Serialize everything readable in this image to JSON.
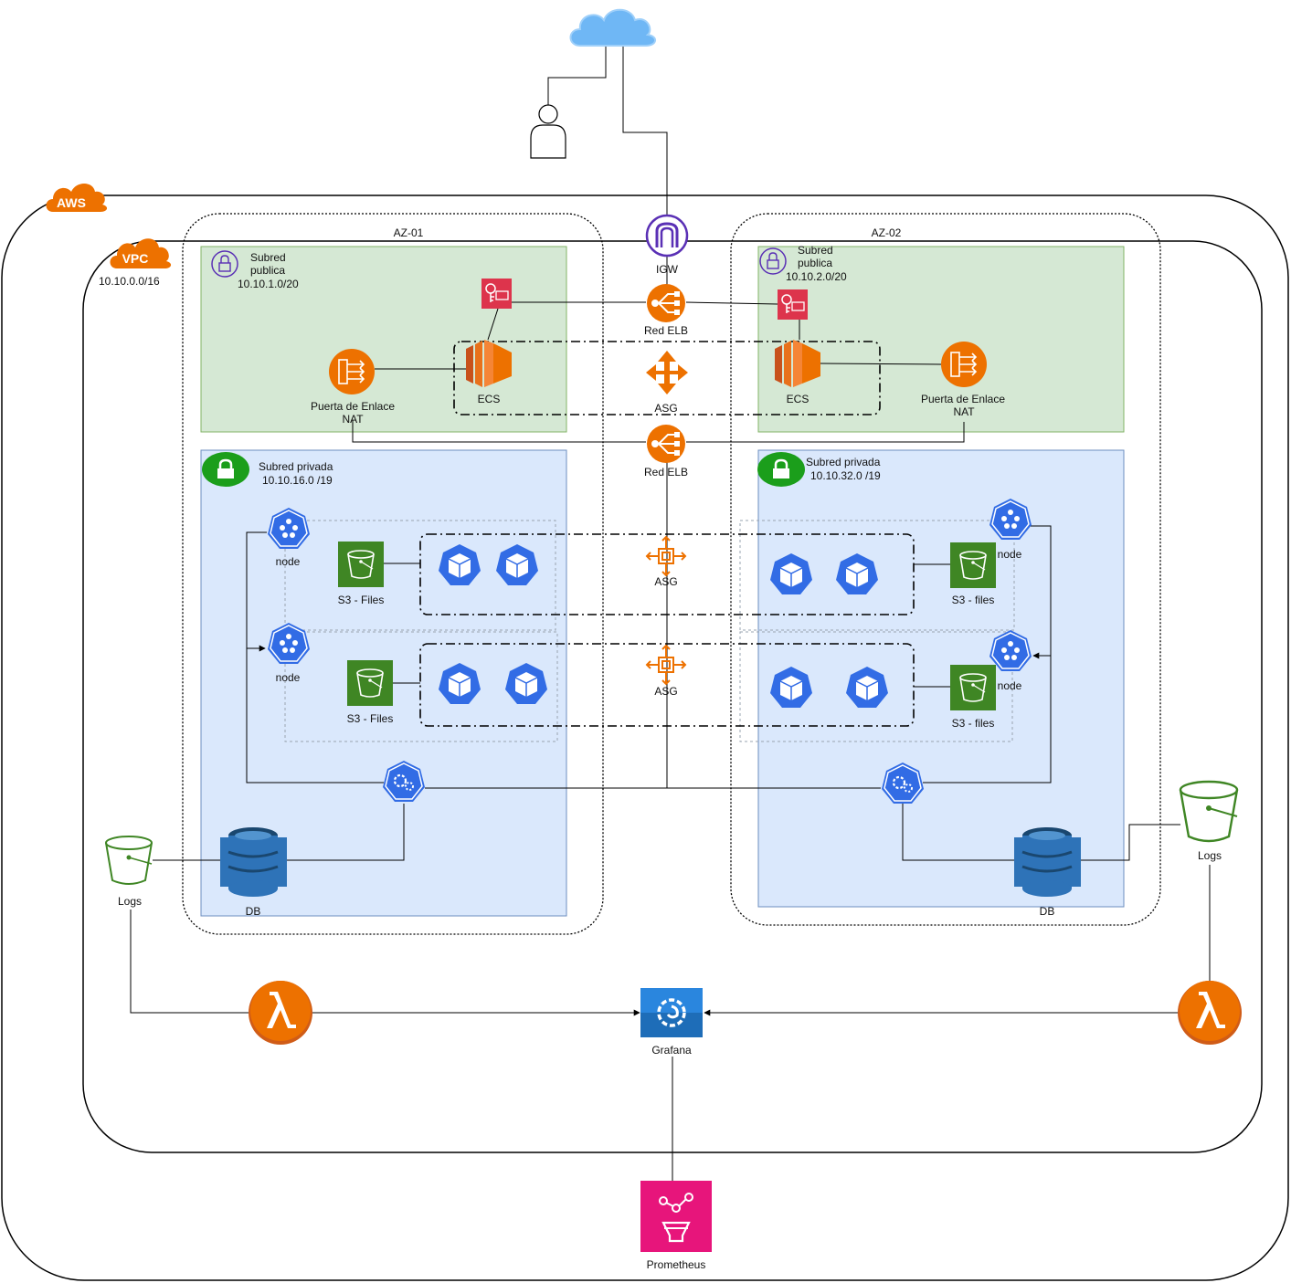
{
  "colors": {
    "aws_orange": "#ED7100",
    "public_subnet_fill": "#D5E8D4",
    "public_subnet_stroke": "#82B366",
    "private_subnet_fill": "#DAE8FC",
    "private_subnet_stroke": "#6C8EBF",
    "k8s_blue": "#326CE5",
    "s3_green": "#3F8624",
    "lock_green": "#1B9E1B",
    "igw_purple": "#5A30B5",
    "key_red": "#DD344C",
    "dynamo_blue": "#2E73B8",
    "grafana_blue": "#1E6DB8",
    "prometheus_pink": "#E7157B"
  },
  "labels": {
    "aws": "AWS",
    "vpc": "VPC",
    "vpc_cidr": "10.10.0.0/16",
    "az1": "AZ-01",
    "az2": "AZ-02",
    "igw": "IGW",
    "red_elb_top": "Red ELB",
    "red_elb_mid": "Red ELB",
    "asg_top": "ASG",
    "asg_mid1": "ASG",
    "asg_mid2": "ASG",
    "left": {
      "public_title_1": "Subred",
      "public_title_2": "publica",
      "public_cidr": "10.10.1.0/20",
      "ecs": "ECS",
      "nat_1": "Puerta de Enlace",
      "nat_2": "NAT",
      "private_title": "Subred privada",
      "private_cidr": "10.10.16.0 /19",
      "node1": "node",
      "node2": "node",
      "s3_1": "S3 - Files",
      "s3_2": "S3 - Files",
      "db": "DB",
      "logs": "Logs"
    },
    "right": {
      "public_title_1": "Subred",
      "public_title_2": "publica",
      "public_cidr": "10.10.2.0/20",
      "ecs": "ECS",
      "nat_1": "Puerta de Enlace",
      "nat_2": "NAT",
      "private_title": "Subred privada",
      "private_cidr": "10.10.32.0 /19",
      "node1": "node",
      "node2": "node",
      "s3_1": "S3 - files",
      "s3_2": "S3 - files",
      "db": "DB",
      "logs": "Logs"
    },
    "grafana": "Grafana",
    "prometheus": "Prometheus"
  },
  "icons": {
    "cloud": "cloud-icon",
    "user": "user-icon",
    "igw": "internet-gateway-icon",
    "elb": "elastic-load-balancer-icon",
    "asg": "auto-scaling-icon",
    "ecs": "ecs-icon",
    "nat": "nat-gateway-icon",
    "key": "certificate-key-icon",
    "lock": "lock-icon",
    "k8s_node": "kubernetes-node-icon",
    "pod": "container-pod-icon",
    "s3": "s3-bucket-icon",
    "db": "dynamodb-icon",
    "lambda": "lambda-icon",
    "grafana": "grafana-icon",
    "prometheus": "prometheus-icon"
  }
}
